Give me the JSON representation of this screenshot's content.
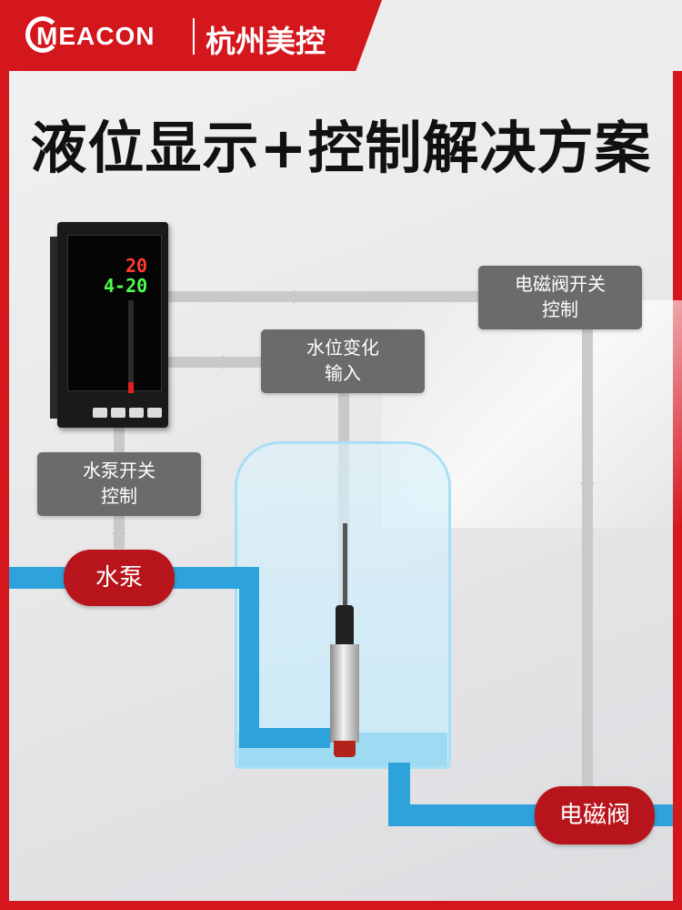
{
  "brand": {
    "logo_text": "MEACON",
    "company_name": "杭州美控"
  },
  "headline": "液位显示+控制解决方案",
  "meter": {
    "top_reading": "20",
    "bottom_reading": "4-20"
  },
  "labels": {
    "solenoid_control": "电磁阀开关控制",
    "level_input": "水位变化输入",
    "pump_control": "水泵开关控制"
  },
  "pills": {
    "pump": "水泵",
    "valve": "电磁阀"
  },
  "colors": {
    "brand_red": "#d4161d",
    "pill_red": "#b8141b",
    "pipe_blue": "#2ea3db",
    "label_gray": "#6b6b6b"
  }
}
